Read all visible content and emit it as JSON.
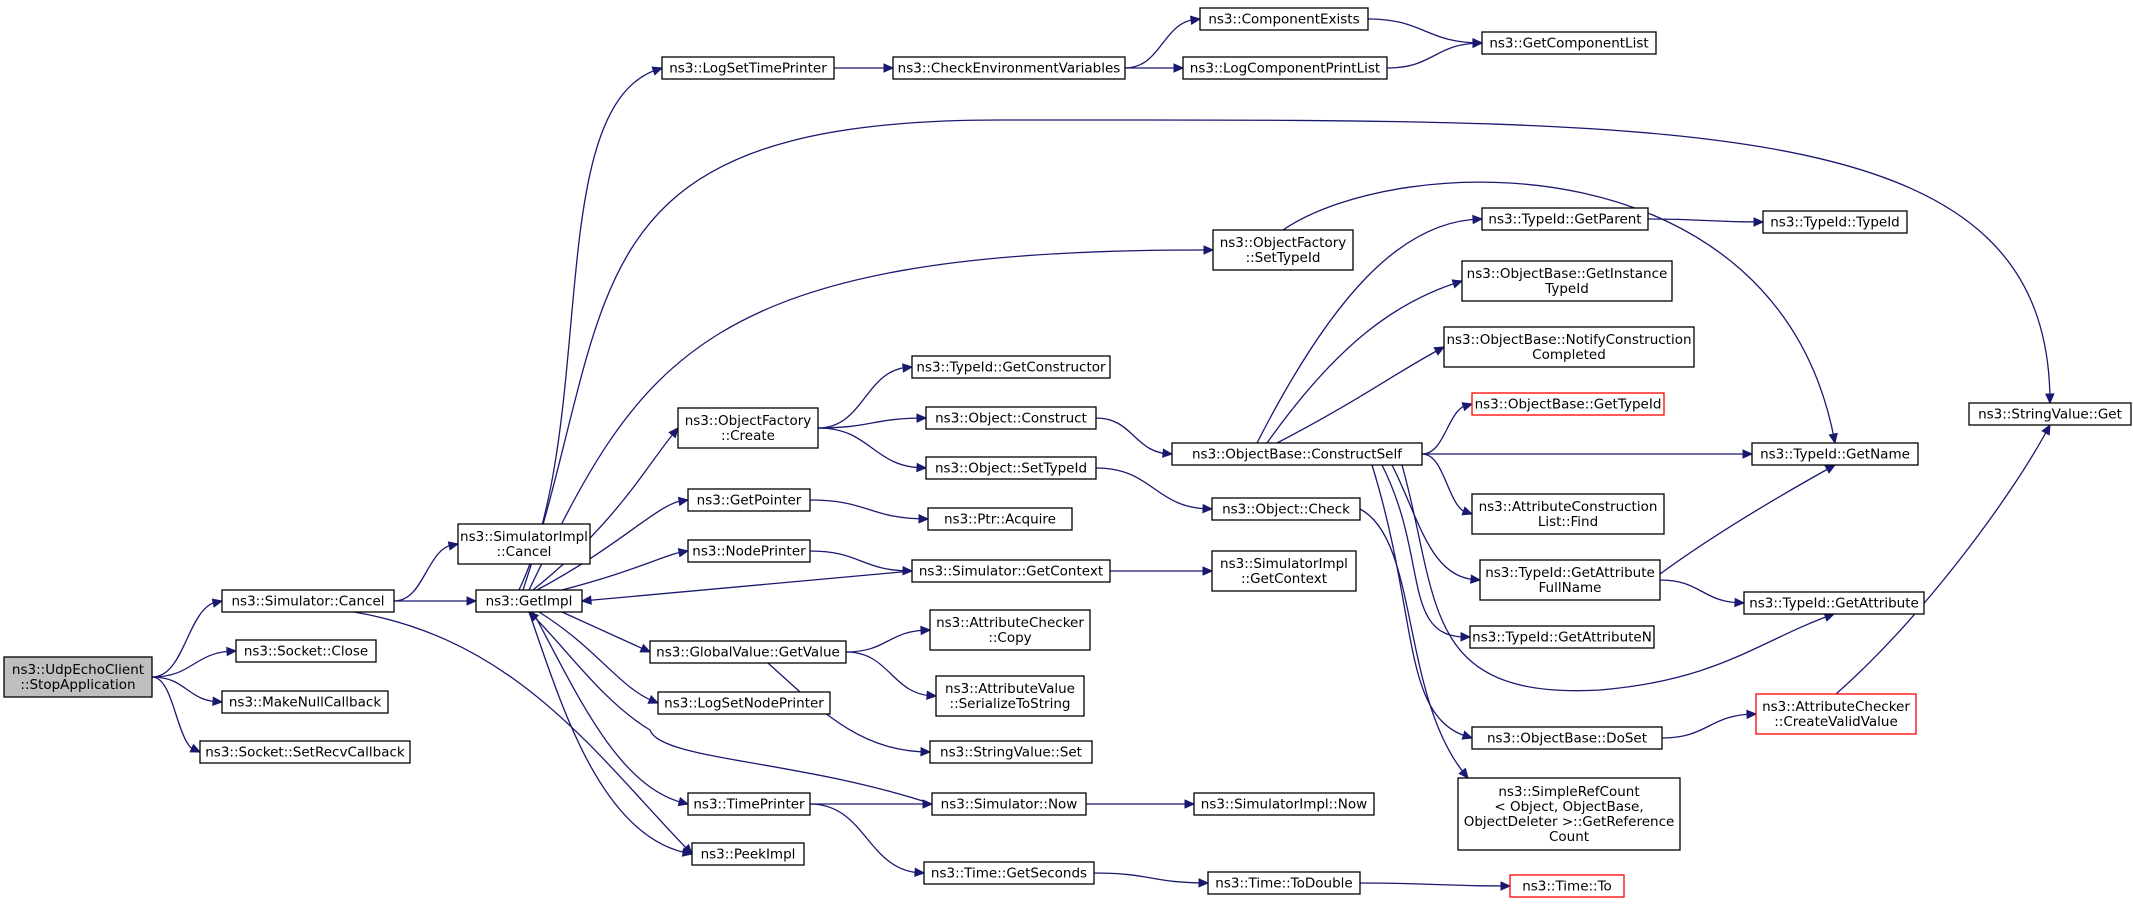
{
  "colors": {
    "edge": "#191970",
    "root_fill": "#bfbfbf",
    "node_border": "#000000",
    "incomplete_border": "#ff0000"
  },
  "nodes": {
    "udpecho_stop": [
      "ns3::UdpEchoClient",
      "::StopApplication"
    ],
    "sim_cancel": [
      "ns3::Simulator::Cancel"
    ],
    "socket_close": [
      "ns3::Socket::Close"
    ],
    "make_null_cb": [
      "ns3::MakeNullCallback"
    ],
    "socket_setrecv": [
      "ns3::Socket::SetRecvCallback"
    ],
    "simimpl_cancel": [
      "ns3::SimulatorImpl",
      "::Cancel"
    ],
    "getimpl": [
      "ns3::GetImpl"
    ],
    "peekimpl": [
      "ns3::PeekImpl"
    ],
    "logsettimeprinter": [
      "ns3::LogSetTimePrinter"
    ],
    "checkenv": [
      "ns3::CheckEnvironmentVariables"
    ],
    "compexists": [
      "ns3::ComponentExists"
    ],
    "logcompprintlist": [
      "ns3::LogComponentPrintList"
    ],
    "getcomplist": [
      "ns3::GetComponentList"
    ],
    "stringvalue_get": [
      "ns3::StringValue::Get"
    ],
    "objfactory_settypeid": [
      "ns3::ObjectFactory",
      "::SetTypeId"
    ],
    "objfactory_create": [
      "ns3::ObjectFactory",
      "::Create"
    ],
    "typeid_getconstructor": [
      "ns3::TypeId::GetConstructor"
    ],
    "object_construct": [
      "ns3::Object::Construct"
    ],
    "object_settypeid": [
      "ns3::Object::SetTypeId"
    ],
    "getpointer": [
      "ns3::GetPointer"
    ],
    "ptr_acquire": [
      "ns3::Ptr::Acquire"
    ],
    "nodeprinter": [
      "ns3::NodePrinter"
    ],
    "sim_getcontext": [
      "ns3::Simulator::GetContext"
    ],
    "simimpl_getcontext": [
      "ns3::SimulatorImpl",
      "::GetContext"
    ],
    "globalvalue_getvalue": [
      "ns3::GlobalValue::GetValue"
    ],
    "attrchecker_copy": [
      "ns3::AttributeChecker",
      "::Copy"
    ],
    "attrvalue_serialize": [
      "ns3::AttributeValue",
      "::SerializeToString"
    ],
    "stringvalue_set": [
      "ns3::StringValue::Set"
    ],
    "logsetnodeprinter": [
      "ns3::LogSetNodePrinter"
    ],
    "timeprinter": [
      "ns3::TimePrinter"
    ],
    "sim_now": [
      "ns3::Simulator::Now"
    ],
    "simimpl_now": [
      "ns3::SimulatorImpl::Now"
    ],
    "time_getseconds": [
      "ns3::Time::GetSeconds"
    ],
    "time_todouble": [
      "ns3::Time::ToDouble"
    ],
    "time_to": [
      "ns3::Time::To"
    ],
    "objbase_constructself": [
      "ns3::ObjectBase::ConstructSelf"
    ],
    "object_check": [
      "ns3::Object::Check"
    ],
    "typeid_getparent": [
      "ns3::TypeId::GetParent"
    ],
    "typeid_typeid": [
      "ns3::TypeId::TypeId"
    ],
    "objbase_getinstancetypeid": [
      "ns3::ObjectBase::GetInstance",
      "TypeId"
    ],
    "objbase_notifyconstruction": [
      "ns3::ObjectBase::NotifyConstruction",
      "Completed"
    ],
    "objbase_gettypeid": [
      "ns3::ObjectBase::GetTypeId"
    ],
    "typeid_getname": [
      "ns3::TypeId::GetName"
    ],
    "attrconstructionlist_find": [
      "ns3::AttributeConstruction",
      "List::Find"
    ],
    "typeid_getattrfullname": [
      "ns3::TypeId::GetAttribute",
      "FullName"
    ],
    "typeid_getattribute": [
      "ns3::TypeId::GetAttribute"
    ],
    "typeid_getattributen": [
      "ns3::TypeId::GetAttributeN"
    ],
    "objbase_doset": [
      "ns3::ObjectBase::DoSet"
    ],
    "attrchecker_createvalid": [
      "ns3::AttributeChecker",
      "::CreateValidValue"
    ],
    "simplerefcount_getref": [
      "ns3::SimpleRefCount",
      "< Object, ObjectBase,",
      "ObjectDeleter >::GetReference",
      "Count"
    ]
  }
}
